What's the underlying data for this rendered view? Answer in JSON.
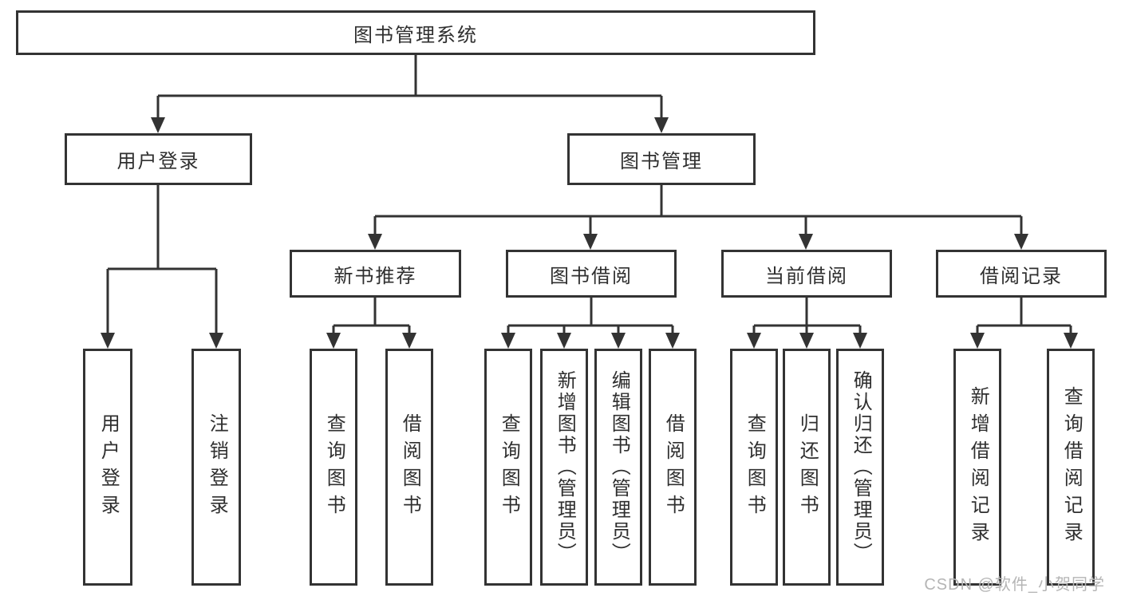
{
  "diagram": {
    "root": {
      "label": "图书管理系统"
    },
    "level2": [
      {
        "label": "用户登录"
      },
      {
        "label": "图书管理"
      }
    ],
    "level3": [
      {
        "label": "新书推荐"
      },
      {
        "label": "图书借阅"
      },
      {
        "label": "当前借阅"
      },
      {
        "label": "借阅记录"
      }
    ],
    "leaves": {
      "user_login": [
        {
          "label": "用户登录"
        },
        {
          "label": "注销登录"
        }
      ],
      "new_books": [
        {
          "label": "查询图书"
        },
        {
          "label": "借阅图书"
        }
      ],
      "book_borrow": [
        {
          "label": "查询图书"
        },
        {
          "label": "新增图书（管理员）"
        },
        {
          "label": "编辑图书（管理员）"
        },
        {
          "label": "借阅图书"
        }
      ],
      "current_borrow": [
        {
          "label": "查询图书"
        },
        {
          "label": "归还图书"
        },
        {
          "label": "确认归还（管理员）"
        }
      ],
      "borrow_records": [
        {
          "label": "新增借阅记录"
        },
        {
          "label": "查询借阅记录"
        }
      ]
    },
    "watermark": "CSDN @软件_小贺同学",
    "colors": {
      "line": "#333333",
      "text": "#2f2f2f",
      "watermark": "#b5b5b5",
      "background": "#ffffff"
    }
  }
}
